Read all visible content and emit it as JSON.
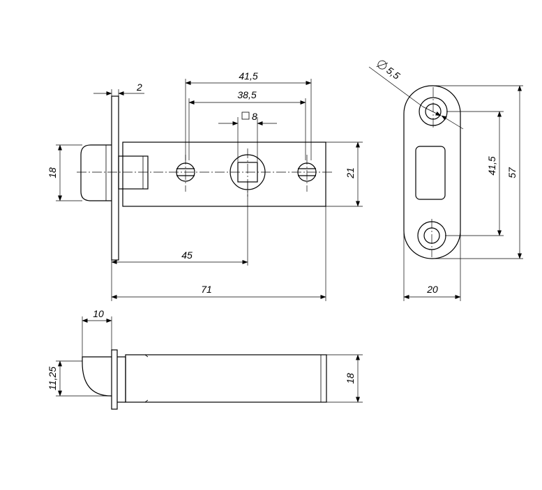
{
  "dimensions": {
    "plate_thickness": "2",
    "hole_spacing_outer": "41,5",
    "hole_spacing_inner": "38,5",
    "square_spindle": "8",
    "latch_height": "18",
    "body_height": "21",
    "backset": "45",
    "total_length": "71",
    "strike_hole_diameter": "5,5",
    "strike_hole_spacing": "41,5",
    "strike_height": "57",
    "strike_width": "20",
    "latch_projection": "10",
    "latch_offset": "11,25",
    "side_body_height": "18"
  }
}
